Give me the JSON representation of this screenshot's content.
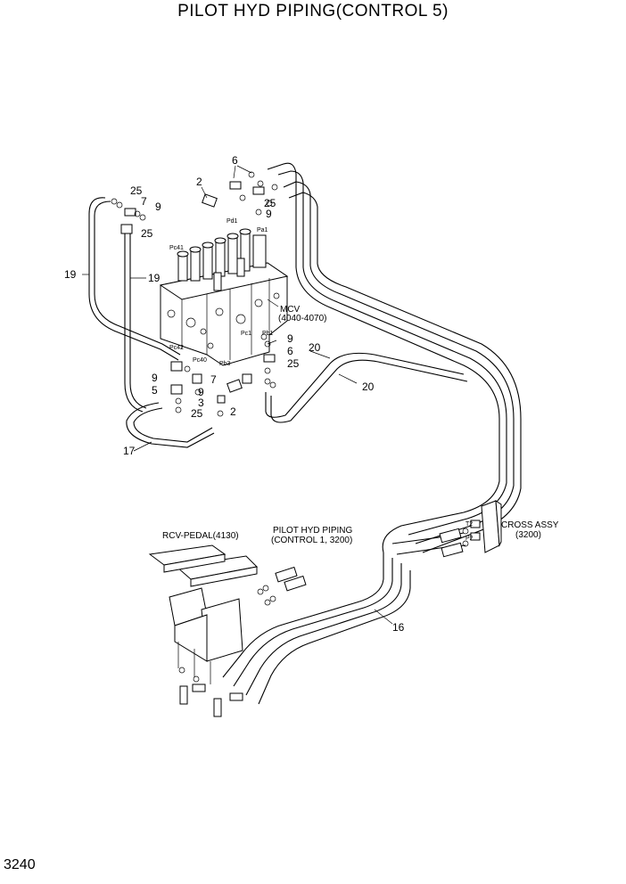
{
  "title": "PILOT HYD PIPING(CONTROL 5)",
  "page_number": "3240",
  "labels": {
    "mcv": "MCV",
    "mcv_range": "(4040-4070)",
    "rcv_pedal": "RCV-PEDAL(4130)",
    "pilot_piping": "PILOT HYD PIPING",
    "pilot_piping_ref": "(CONTROL 1, 3200)",
    "cross_assy": "CROSS ASSY",
    "cross_assy_ref": "(3200)"
  },
  "port_labels": [
    "Pd1",
    "Pa1",
    "Pc41",
    "Pc1",
    "Pb1",
    "Pc42",
    "Pc40",
    "Pb3",
    "T2",
    "P2"
  ],
  "callouts": [
    "6",
    "2",
    "25",
    "7",
    "9",
    "25",
    "9",
    "25",
    "19",
    "19",
    "9",
    "6",
    "25",
    "20",
    "20",
    "9",
    "7",
    "5",
    "9",
    "3",
    "25",
    "2",
    "17",
    "16"
  ]
}
